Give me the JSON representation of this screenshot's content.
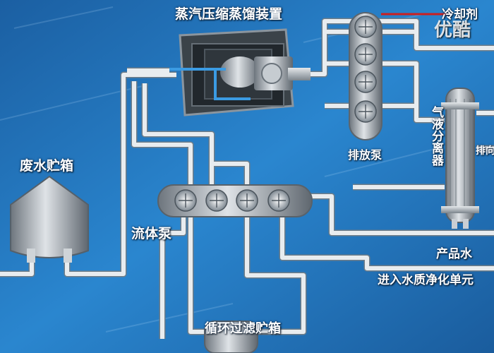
{
  "labels": {
    "vapor_compression": "蒸汽压缩蒸馏装置",
    "refrigerant": "冷却剂",
    "watermark": "优酷",
    "wastewater_tank": "废水贮箱",
    "discharge_pump": "排放泵",
    "gas_liquid_separator": "气液分离器",
    "exhaust": "排向舱",
    "fluid_pump": "流体泵",
    "product_water": "产品水",
    "to_purification": "进入水质净化单元",
    "recirc_filter_tank": "循环过滤贮箱"
  },
  "colors": {
    "background": "#1e74bd",
    "pipe": "#e8ecef",
    "pipe_outline": "#6f7d88",
    "flow_line": "#3b9be3",
    "refrigerant_line": "#cc1f1f",
    "equipment": "#9aa3ab"
  }
}
